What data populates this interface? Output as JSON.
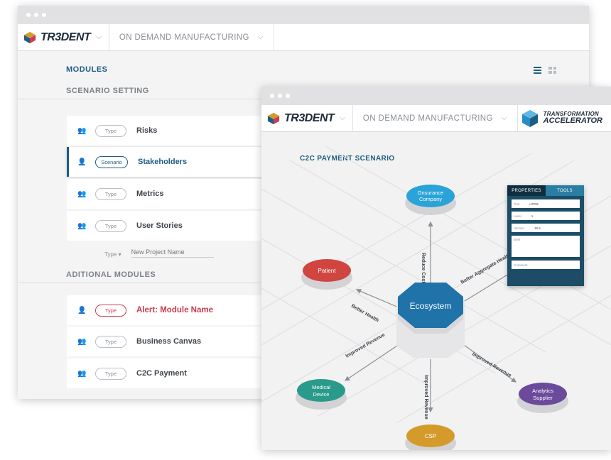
{
  "back_window": {
    "app_logo": "TR3DENT",
    "project": "ON DEMAND MANUFACTURING",
    "modules_heading": "MODULES",
    "scenario_heading": "SCENARIO SETTING",
    "scenario_rows": [
      {
        "pill": "Type",
        "label": "Risks"
      },
      {
        "pill": "Scenario",
        "label": "Stakeholders"
      },
      {
        "pill": "Type",
        "label": "Metrics"
      },
      {
        "pill": "Type",
        "label": "User Stories"
      }
    ],
    "new_project": {
      "type_label": "Type",
      "placeholder": "New Project Name"
    },
    "additional_heading": "ADITIONAL MODULES",
    "additional_rows": [
      {
        "pill": "Type",
        "label": "Alert: Module Name"
      },
      {
        "pill": "Type",
        "label": "Business Canvas"
      },
      {
        "pill": "Type",
        "label": "C2C Payment"
      }
    ]
  },
  "front_window": {
    "app_logo": "TR3DENT",
    "project": "ON DEMAND MANUFACTURING",
    "brand_line1": "TRANSFORMATION",
    "brand_line2": "ACCELERATOR",
    "scenario_title": "C2C PAYMENT SCENARIO",
    "center_node": "Ecosystem",
    "nodes": [
      {
        "label1": "Onsurance",
        "label2": "Company",
        "color": "#2aa3d8"
      },
      {
        "label1": "Patient",
        "label2": "",
        "color": "#d0453f"
      },
      {
        "label1": "Medical",
        "label2": "Device",
        "color": "#2a9a8b"
      },
      {
        "label1": "CSP",
        "label2": "",
        "color": "#d49a2a"
      },
      {
        "label1": "Analytics",
        "label2": "Supplier",
        "color": "#6b4a9c"
      }
    ],
    "edges": [
      "Reduce Cost",
      "Better Aggregate Health",
      "Better Health",
      "Improved Revenue",
      "Improved Revenue",
      "Improved Revenue"
    ],
    "properties_panel": {
      "tabs": [
        "PROPERTIES",
        "TOOLS"
      ],
      "fields": [
        {
          "key": "Text",
          "value": "uTOM"
        },
        {
          "key": "Level",
          "value": "1"
        },
        {
          "key": "Version",
          "value": "15.5"
        },
        {
          "key": "Brief",
          "value": ""
        },
        {
          "key": "Comment",
          "value": ""
        }
      ]
    }
  },
  "colors": {
    "accent": "#1f5d82",
    "alert": "#cc3b4f",
    "hex_center": "#1f73a8"
  }
}
